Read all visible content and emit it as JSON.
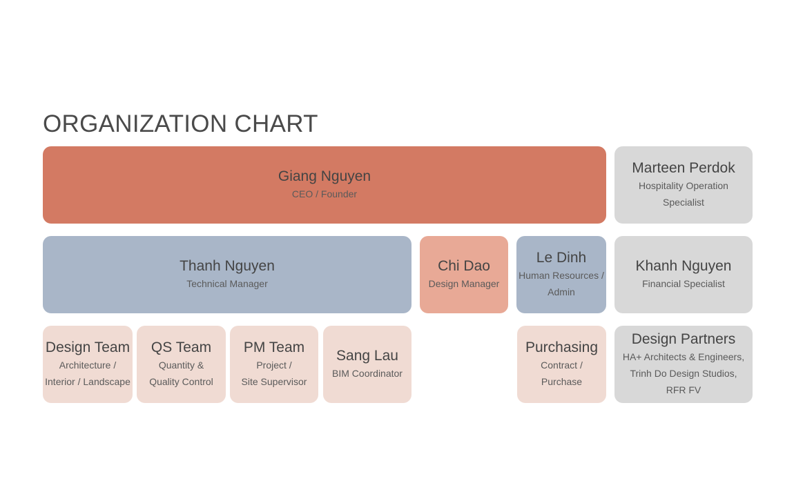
{
  "title": "ORGANIZATION CHART",
  "colors": {
    "executive": "#d37a63",
    "management": "#a9b6c8",
    "design_manager": "#e8a996",
    "team": "#f0dbd3",
    "external": "#d8d8d8",
    "text": "#4a4a4a"
  },
  "boxes": {
    "giang": {
      "name": "Giang Nguyen",
      "role": "CEO / Founder"
    },
    "marteen": {
      "name": "Marteen Perdok",
      "role": "Hospitality Operation\nSpecialist"
    },
    "thanh": {
      "name": "Thanh Nguyen",
      "role": "Technical Manager"
    },
    "chi": {
      "name": "Chi Dao",
      "role": "Design Manager"
    },
    "le": {
      "name": "Le Dinh",
      "role": "Human Resources /\nAdmin"
    },
    "khanh": {
      "name": "Khanh Nguyen",
      "role": "Financial Specialist"
    },
    "design_team": {
      "name": "Design Team",
      "role": "Architecture /\nInterior / Landscape"
    },
    "qs_team": {
      "name": "QS Team",
      "role": "Quantity &\nQuality Control"
    },
    "pm_team": {
      "name": "PM Team",
      "role": "Project /\nSite Supervisor"
    },
    "sang": {
      "name": "Sang Lau",
      "role": "BIM Coordinator"
    },
    "purchasing": {
      "name": "Purchasing",
      "role": "Contract /\nPurchase"
    },
    "partners": {
      "name": "Design Partners",
      "role": "HA+ Architects & Engineers,\nTrinh Do Design Studios,\nRFR FV"
    }
  }
}
